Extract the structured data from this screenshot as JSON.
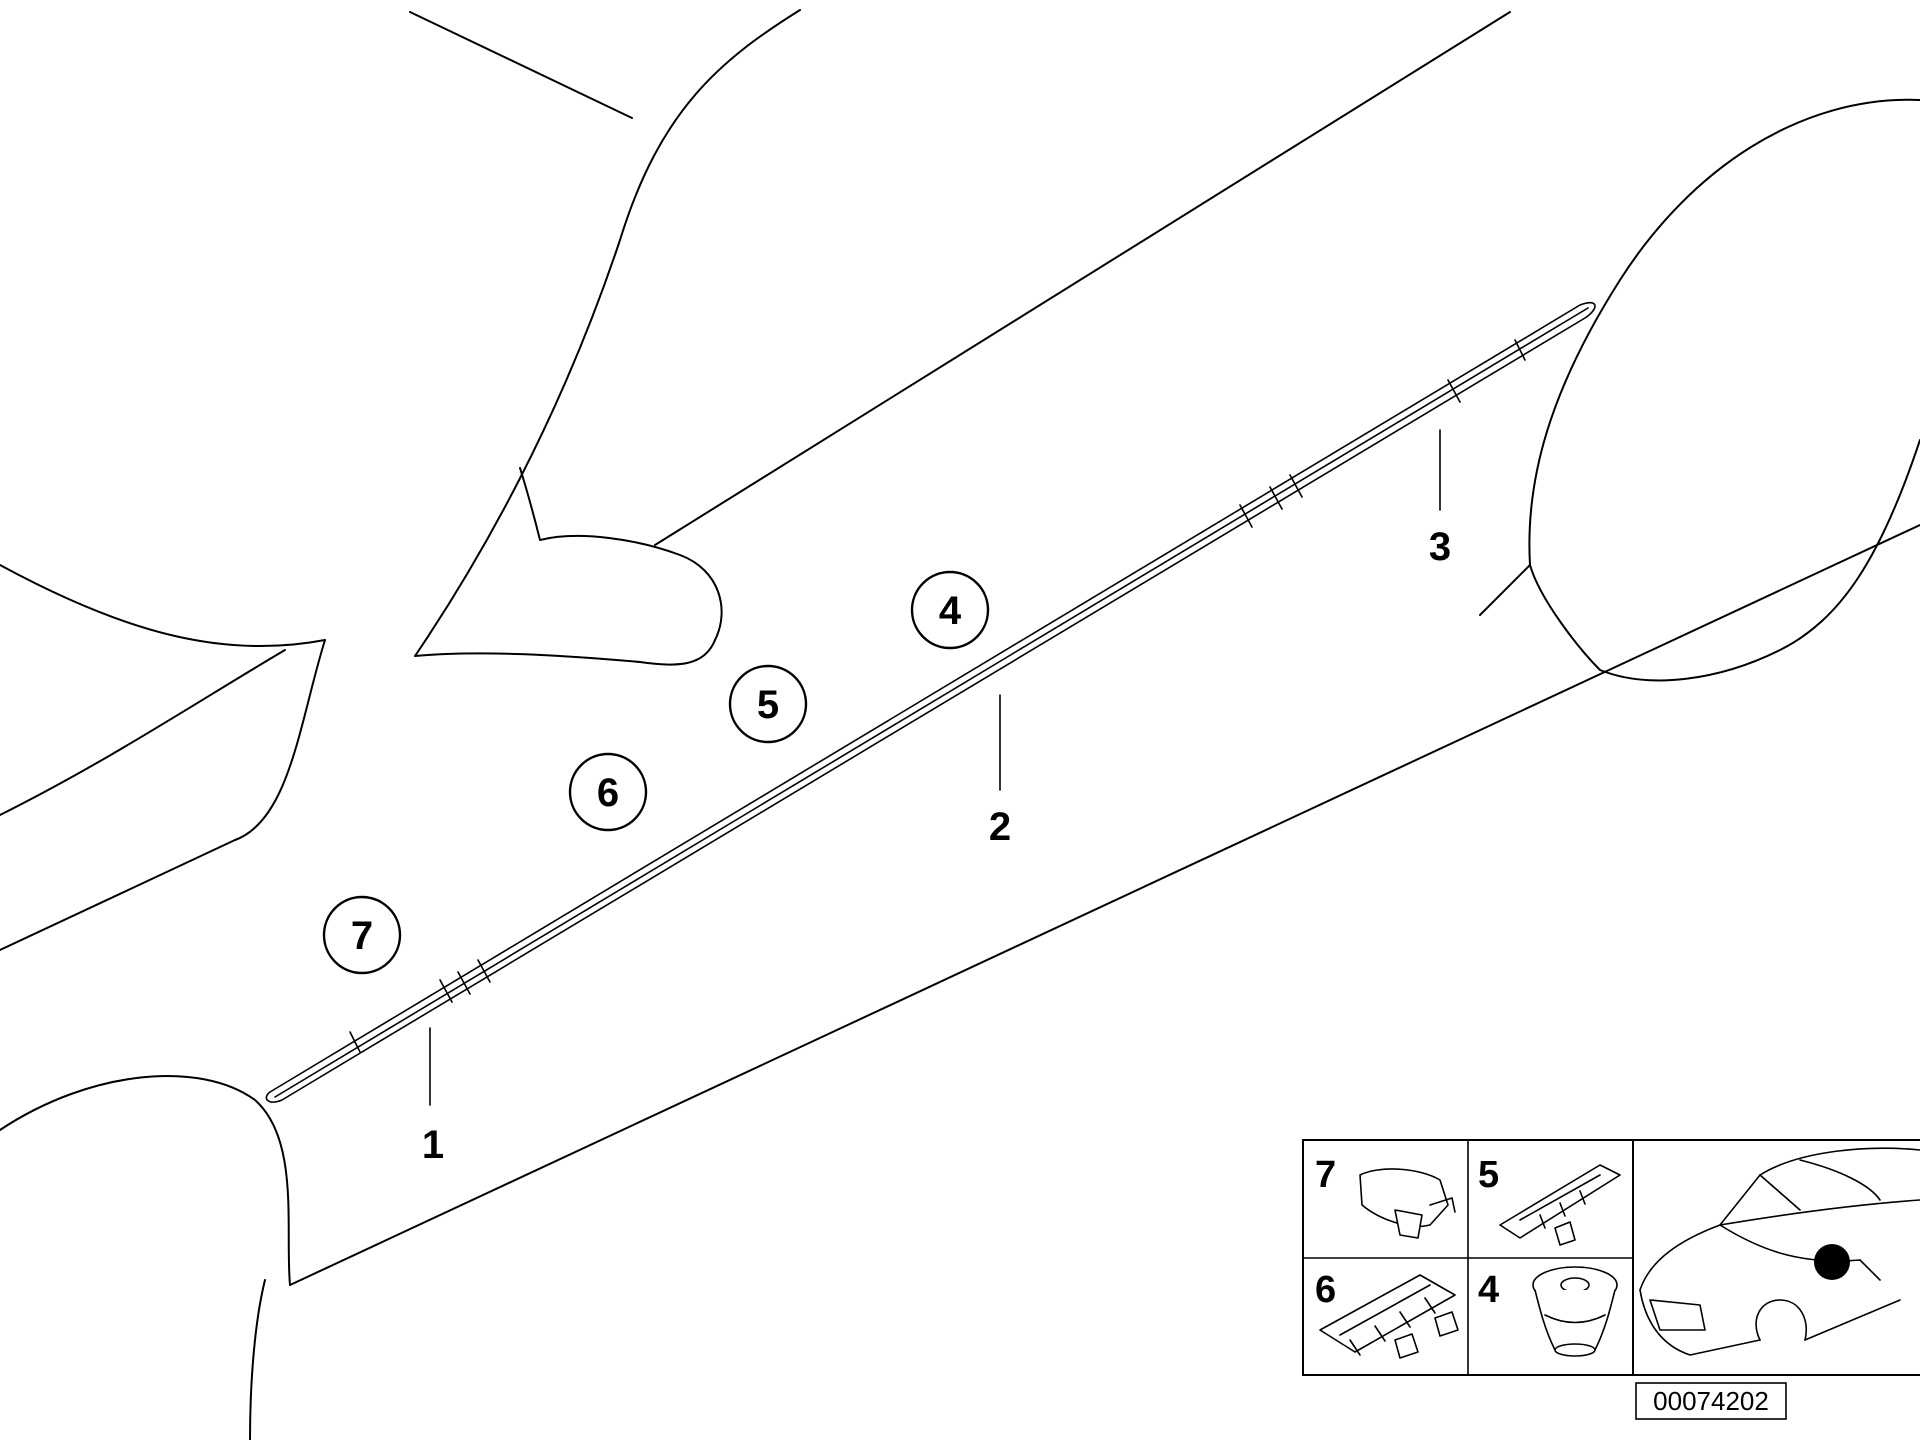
{
  "callouts": [
    {
      "id": "1",
      "label": "1",
      "circled": false
    },
    {
      "id": "2",
      "label": "2",
      "circled": false
    },
    {
      "id": "3",
      "label": "3",
      "circled": false
    },
    {
      "id": "4",
      "label": "4",
      "circled": true
    },
    {
      "id": "5",
      "label": "5",
      "circled": true
    },
    {
      "id": "6",
      "label": "6",
      "circled": true
    },
    {
      "id": "7",
      "label": "7",
      "circled": true
    }
  ],
  "inset": {
    "cells": [
      {
        "label": "7"
      },
      {
        "label": "5"
      },
      {
        "label": "6"
      },
      {
        "label": "4"
      }
    ]
  },
  "diagram_code": "00074202"
}
